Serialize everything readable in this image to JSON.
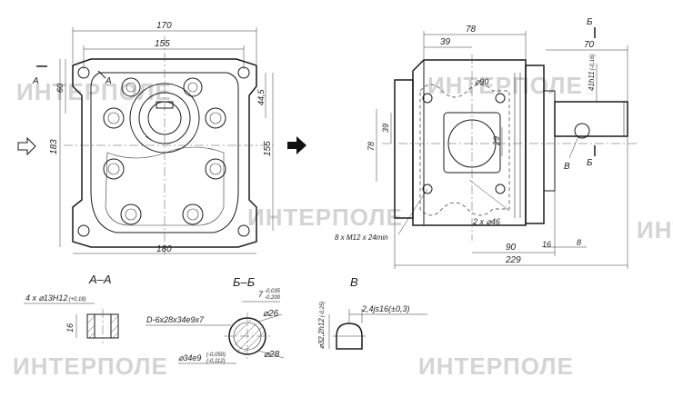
{
  "watermark": "ИНТЕРПОЛЕ",
  "front_view": {
    "dims": {
      "width_top": "170",
      "width_inner": "155",
      "height": "183",
      "height_inner": "155",
      "bottom_width": "180",
      "top_offset": "60",
      "hub_offset": "44,5"
    },
    "section_mark_letter": "А",
    "flow_arrow_icon": "outline-arrow-right"
  },
  "side_view": {
    "dims": {
      "d78_top": "78",
      "d39_top": "39",
      "d70": "70",
      "d90_diam": "⌀90",
      "d39_vert": "39",
      "d78_vert": "78",
      "d29": "29",
      "two_x_46": "2 x ⌀46",
      "thread": "8 x M12 x 24min",
      "shaft_fit": "41h11",
      "shaft_fit_tol": "(-0,16)",
      "d90_bottom": "90",
      "d16": "16",
      "d8": "8",
      "d229": "229"
    },
    "section_mark_letter": "Б",
    "detail_letter": "В"
  },
  "arrow_between_views": "solid-arrow-right",
  "section_aa": {
    "title": "А–А",
    "hole_label": "4 x ⌀13H12",
    "hole_tol": "(+0,18)",
    "depth": "16"
  },
  "section_bb": {
    "title": "Б–Б",
    "spline": "D-6x28x34e9x7",
    "key": "7",
    "key_tol_upper": "-0,035",
    "key_tol_lower": "-0,200",
    "d26": "⌀26",
    "d34": "⌀34e9",
    "d34_tol_upper": "(-0,050)",
    "d34_tol_lower": "(-0,112)",
    "d28": "⌀28"
  },
  "detail_v": {
    "title": "В",
    "diameter": "⌀32,2h12",
    "diameter_tol": "(-0,25)",
    "groove": "2,4js16(±0,3)"
  }
}
